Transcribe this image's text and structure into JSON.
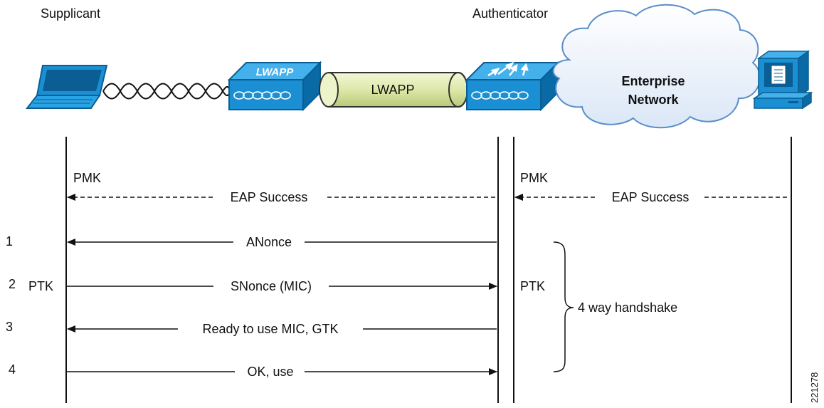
{
  "header": {
    "supplicant": "Supplicant",
    "authenticator": "Authenticator"
  },
  "devices": {
    "ap_logo": "LWAPP",
    "tunnel": "LWAPP",
    "cloud_line1": "Enterprise",
    "cloud_line2": "Network",
    "ap_icon": "access-point-icon",
    "controller_icon": "controller-icon",
    "laptop_icon": "laptop-icon",
    "server_icon": "server-icon",
    "cloud_icon": "cloud-icon"
  },
  "keys": {
    "pmk_left": "PMK",
    "pmk_right": "PMK",
    "ptk_left": "PTK",
    "ptk_right": "PTK"
  },
  "messages": {
    "eap_left": "EAP Success",
    "eap_right": "EAP Success",
    "m1": "ANonce",
    "m2": "SNonce (MIC)",
    "m3": "Ready to use MIC, GTK",
    "m4": "OK, use"
  },
  "steps": [
    "1",
    "2",
    "3",
    "4"
  ],
  "handshake_label": "4 way handshake",
  "figure_id": "221278",
  "colors": {
    "device_blue": "#1a8fd3",
    "device_dark": "#0a5e93",
    "tunnel_fill": "#dde8a8",
    "cloud_fill": "#e8f0fb",
    "cloud_stroke": "#5a8ec9"
  }
}
